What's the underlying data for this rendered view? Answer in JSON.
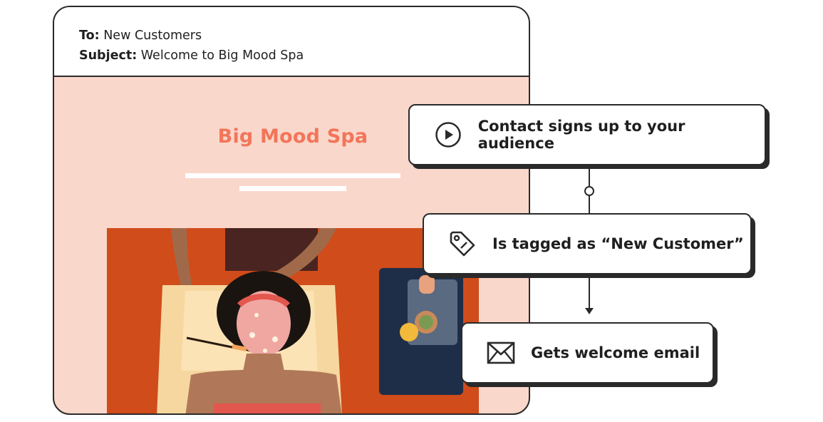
{
  "email": {
    "to_label": "To:",
    "to_value": "New Customers",
    "subject_label": "Subject:",
    "subject_value": "Welcome to Big Mood Spa",
    "brand_title": "Big Mood Spa",
    "colors": {
      "background": "#fad7cb",
      "brand": "#f2755a",
      "photo_backdrop": "#d4501c"
    }
  },
  "workflow": {
    "steps": [
      {
        "label": "Contact signs up to your audience",
        "icon": "play-circle-icon"
      },
      {
        "label": "Is tagged as “New Customer”",
        "icon": "tag-icon"
      },
      {
        "label": "Gets welcome email",
        "icon": "envelope-icon"
      }
    ]
  }
}
